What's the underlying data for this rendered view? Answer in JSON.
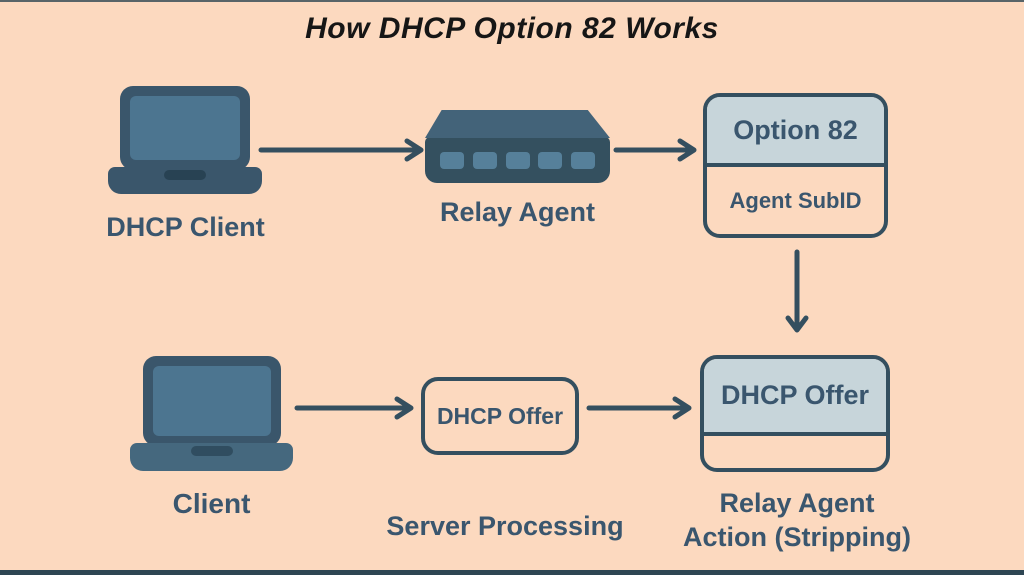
{
  "title": "How DHCP Option 82 Works",
  "colors": {
    "background": "#fcd9bf",
    "edge": "#2e4653",
    "ink": "#344f5f",
    "label": "#3a566e",
    "title-ink": "#161616",
    "panel-fill": "#c7d5da",
    "screen": "#4c7590",
    "device-dark": "#3a566b",
    "device-front": "#34505f",
    "device-mid": "#45687e",
    "top-face": "#436379",
    "port": "#56809a"
  },
  "nodes": {
    "dhcp_client": {
      "label": "DHCP Client"
    },
    "relay_agent": {
      "label": "Relay Agent"
    },
    "option82_box": {
      "header": "Option 82",
      "body": "Agent SubID"
    },
    "client": {
      "label": "Client"
    },
    "dhcp_offer_small": {
      "label": "DHCP Offer"
    },
    "dhcp_offer_big": {
      "header": "DHCP Offer"
    },
    "relay_action": {
      "line1": "Relay Agent",
      "line2": "Action (Stripping)"
    },
    "server_processing": {
      "label": "Server Processing"
    }
  }
}
